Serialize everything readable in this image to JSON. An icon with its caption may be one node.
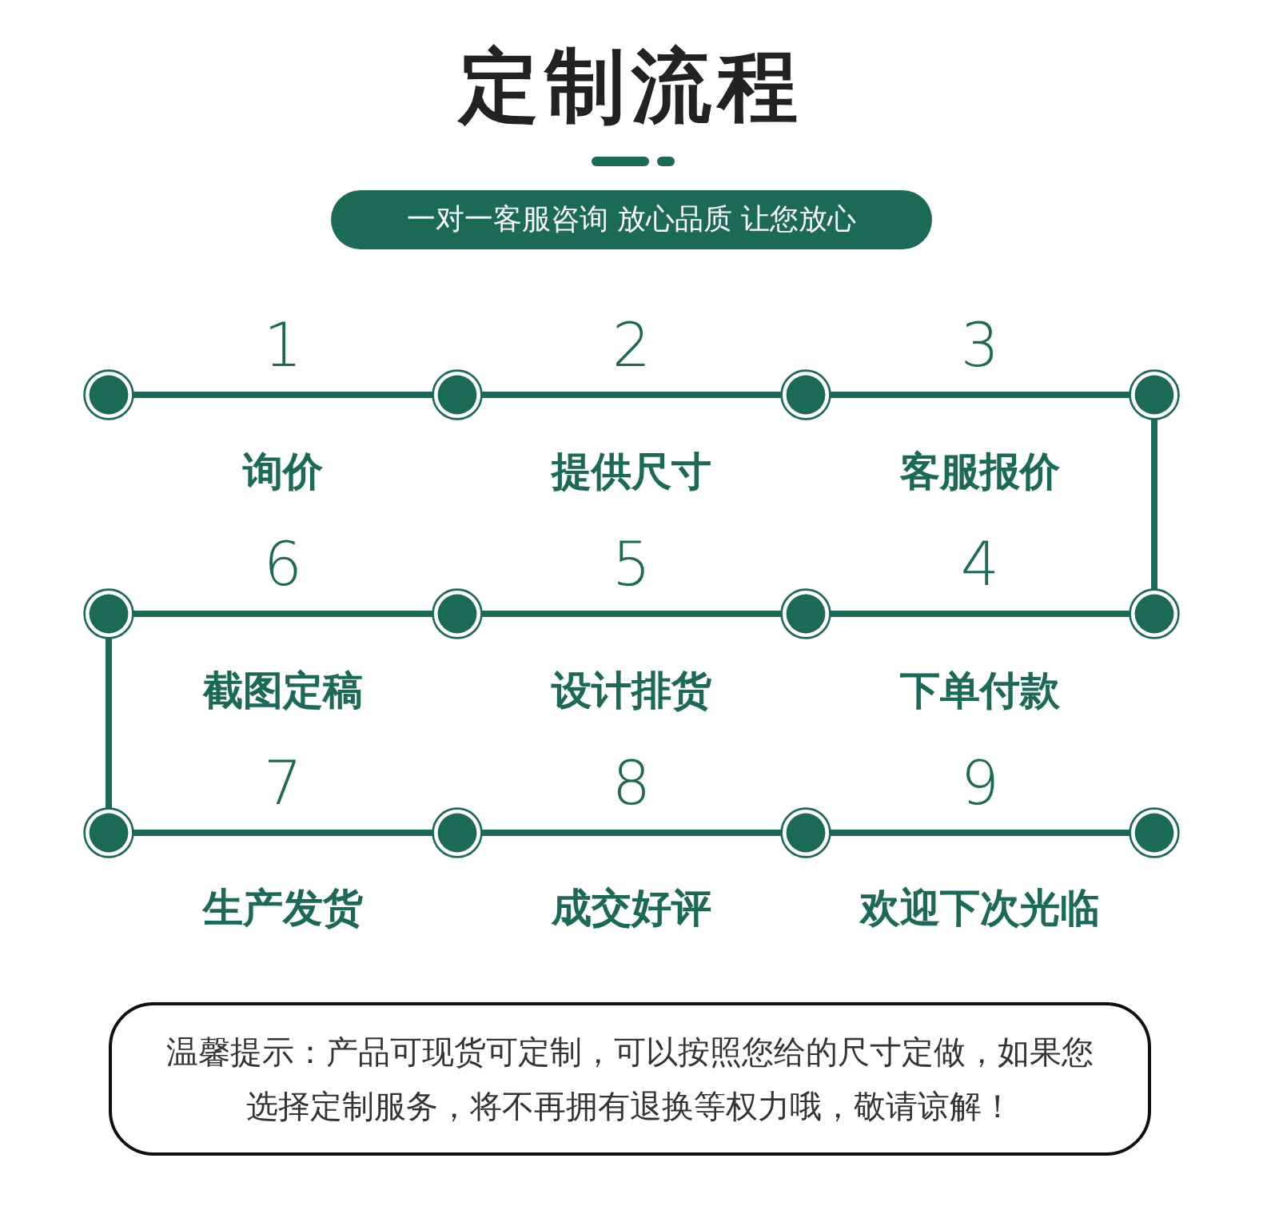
{
  "diagram": {
    "title": "定制流程",
    "nodes": [
      {
        "text": [
          "一对一客服咨询 放心品质 让您放心"
        ]
      },
      {
        "text": [],
        "shape": "circle"
      },
      {
        "text": [],
        "shape": "circle"
      },
      {
        "text": [],
        "shape": "circle"
      },
      {
        "text": [],
        "shape": "circle"
      },
      {
        "text": [],
        "shape": "circle"
      },
      {
        "text": [],
        "shape": "circle"
      },
      {
        "text": [],
        "shape": "circle"
      },
      {
        "text": [],
        "shape": "circle"
      },
      {
        "text": [],
        "shape": "circle"
      },
      {
        "text": [],
        "shape": "circle"
      },
      {
        "text": [],
        "shape": "circle"
      },
      {
        "text": [],
        "shape": "circle"
      },
      {
        "text": [
          "温馨提示：产品可现货可定制，可以按照您给的尺寸定做，如果您选择定制服务，将不再拥有退换等权力哦，敬请谅解！"
        ]
      }
    ],
    "edges": [
      {
        "from": 1,
        "to": 2,
        "arrow": "none",
        "label": "1"
      },
      {
        "from": 2,
        "to": 3,
        "arrow": "none",
        "label": "2"
      },
      {
        "from": 3,
        "to": 4,
        "arrow": "none",
        "label": "3"
      },
      {
        "from": 4,
        "to": 8,
        "arrow": "none"
      },
      {
        "from": 8,
        "to": 7,
        "arrow": "none",
        "label": "4"
      },
      {
        "from": 7,
        "to": 6,
        "arrow": "none",
        "label": "5"
      },
      {
        "from": 6,
        "to": 5,
        "arrow": "none",
        "label": "6"
      },
      {
        "from": 5,
        "to": 9,
        "arrow": "none"
      },
      {
        "from": 9,
        "to": 10,
        "arrow": "none",
        "label": "7"
      },
      {
        "from": 10,
        "to": 11,
        "arrow": "none",
        "label": "8"
      },
      {
        "from": 11,
        "to": 12,
        "arrow": "none",
        "label": "9"
      }
    ],
    "labels": [
      "询价",
      "提供尺寸",
      "客服报价",
      "截图定稿",
      "设计排货",
      "下单付款",
      "生产发货",
      "成交好评",
      "欢迎下次光临"
    ]
  }
}
